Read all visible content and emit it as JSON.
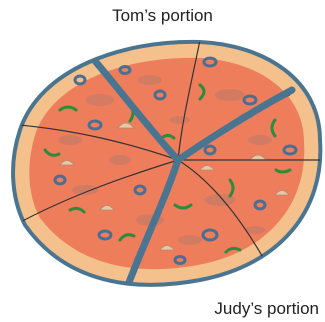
{
  "labels": {
    "top": "Tom’s portion",
    "bottom": "Judy’s portion"
  },
  "colors": {
    "rim": "#f2c08e",
    "sauce": "#ee7d5c",
    "divider": "#4a7591",
    "cut": "#333333",
    "olive": "#4b6e93",
    "pepper": "#2e8b3c",
    "mushroom": "#d9b89a",
    "meat": "#c97b66"
  },
  "icons": [
    "pizza-illustration",
    "olive-ring-icon",
    "green-pepper-icon",
    "mushroom-icon"
  ]
}
